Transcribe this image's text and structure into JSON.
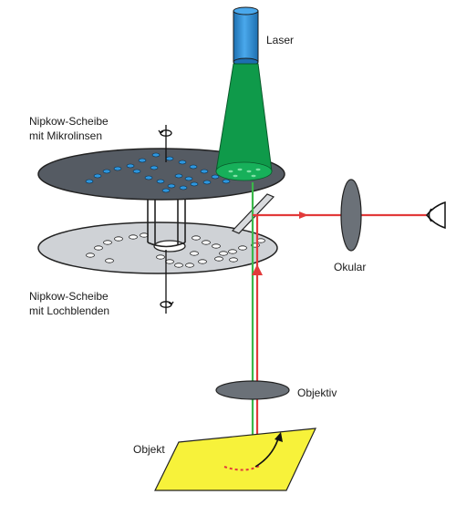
{
  "labels": {
    "laser": "Laser",
    "upper_disk_line1": "Nipkow-Scheibe",
    "upper_disk_line2": "mit Mikrolinsen",
    "lower_disk_line1": "Nipkow-Scheibe",
    "lower_disk_line2": "mit Lochblenden",
    "ocular": "Okular",
    "objective": "Objektiv",
    "object": "Objekt"
  },
  "colors": {
    "laser_body": "#2b8fd6",
    "laser_beam": "#0f9a4a",
    "detection_beam": "#e23a3a",
    "microlens_disk": "#555b63",
    "pinhole_disk": "#cfd2d6",
    "lens": "#6b7178",
    "object_plane": "#f7f23a"
  }
}
